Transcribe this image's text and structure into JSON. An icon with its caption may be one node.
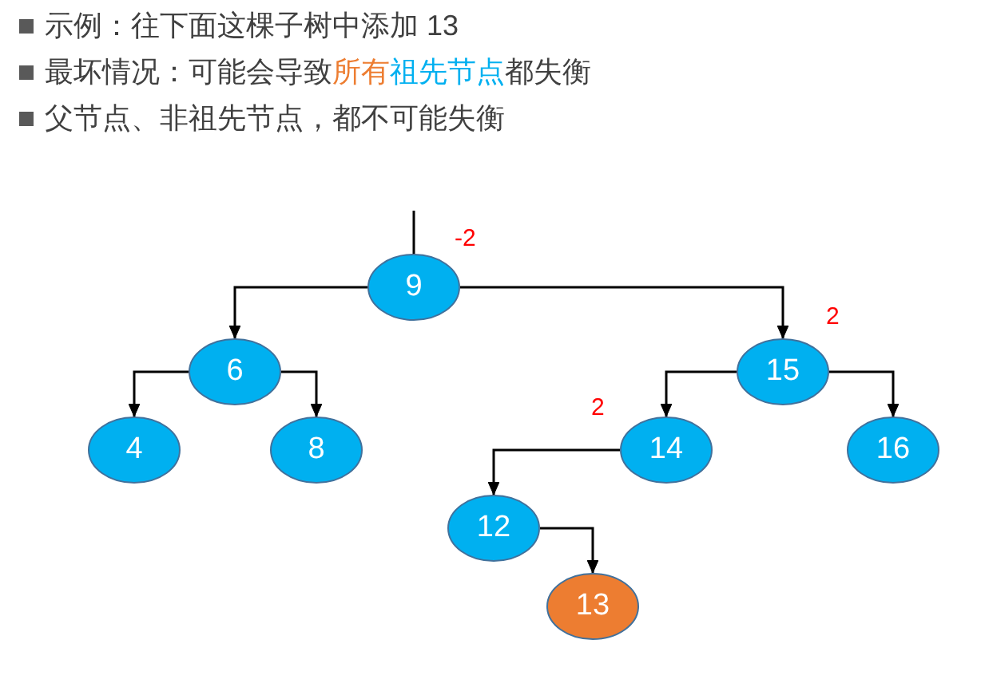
{
  "diagram": {
    "nodes": [
      {
        "text": [
          "9"
        ],
        "beside": [
          "-2"
        ]
      },
      {
        "text": [
          "6"
        ]
      },
      {
        "text": [
          "15"
        ],
        "beside": [
          "2"
        ]
      },
      {
        "text": [
          "4"
        ]
      },
      {
        "text": [
          "8"
        ]
      },
      {
        "text": [
          "14"
        ],
        "beside": [
          "2"
        ]
      },
      {
        "text": [
          "16"
        ]
      },
      {
        "text": [
          "12"
        ]
      },
      {
        "text": [
          "13"
        ]
      }
    ],
    "edges": [
      {
        "from": null,
        "to": 0,
        "arrow": "none"
      },
      {
        "from": 0,
        "to": 1,
        "arrow": "to"
      },
      {
        "from": 0,
        "to": 2,
        "arrow": "to"
      },
      {
        "from": 1,
        "to": 3,
        "arrow": "to"
      },
      {
        "from": 1,
        "to": 4,
        "arrow": "to"
      },
      {
        "from": 2,
        "to": 5,
        "arrow": "to"
      },
      {
        "from": 2,
        "to": 6,
        "arrow": "to"
      },
      {
        "from": 5,
        "to": 7,
        "arrow": "to"
      },
      {
        "from": 7,
        "to": 8,
        "arrow": "to"
      }
    ],
    "labels": [
      "示例：往下面这棵子树中添加 13",
      "最坏情况：可能会导致所有祖先节点都失衡",
      "父节点、非祖先节点，都不可能失衡"
    ]
  }
}
